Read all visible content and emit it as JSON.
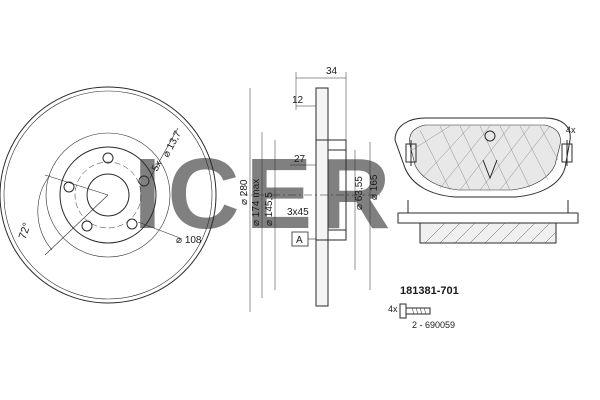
{
  "watermark": "ICER",
  "disc_front": {
    "angle": "72°",
    "holes": "5x",
    "hole_diameter": "13,7",
    "pcd": "108"
  },
  "disc_section": {
    "thickness": "34",
    "offset": "12",
    "hub_depth": "27",
    "chamfer": "3x45",
    "datum": "A",
    "outer_diameter": "280",
    "max_diameter": "174 max",
    "diameter_145": "145,5",
    "diameter_63": "63,55",
    "diameter_165": "165"
  },
  "pads": {
    "quantity": "4x"
  },
  "kit": {
    "part_number": "181381-701",
    "bolt_quantity": "4x",
    "bolt_ref": "2 - 690059"
  },
  "colors": {
    "line": "#2a2a2a",
    "watermark": "#c8c8c8",
    "hatch": "#555555"
  }
}
